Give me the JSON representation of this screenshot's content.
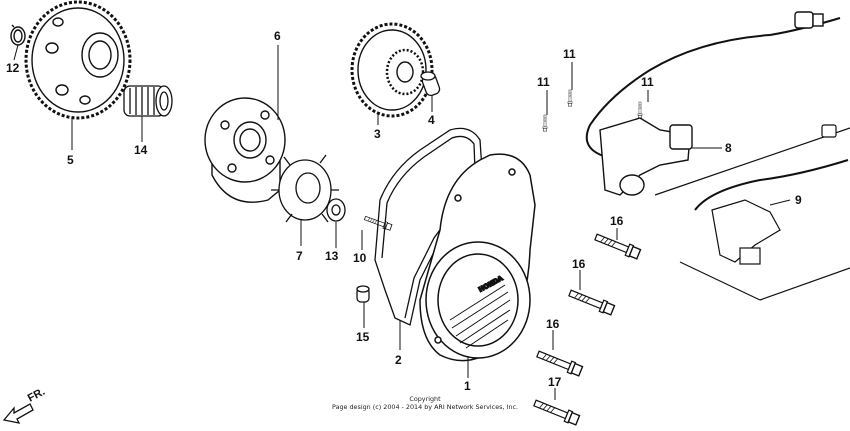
{
  "labels": {
    "p1": "1",
    "p2": "2",
    "p3": "3",
    "p4": "4",
    "p5": "5",
    "p6": "6",
    "p7": "7",
    "p8": "8",
    "p9": "9",
    "p10": "10",
    "p11a": "11",
    "p11b": "11",
    "p11c": "11",
    "p12": "12",
    "p13": "13",
    "p14": "14",
    "p15": "15",
    "p16a": "16",
    "p16b": "16",
    "p16c": "16",
    "p17": "17"
  },
  "copyright": {
    "line1": "Copyright",
    "line2": "Page design (c) 2004 - 2014 by ARI Network Services, Inc."
  },
  "direction": {
    "label": "FR."
  },
  "cover_logo": "HONDA"
}
